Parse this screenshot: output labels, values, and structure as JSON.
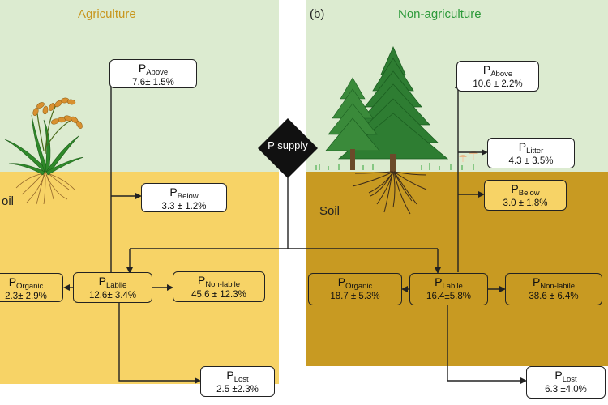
{
  "panel_a": {
    "title": "Agriculture",
    "soil_label": "oil",
    "boxes": {
      "above": {
        "sym": "P",
        "sub": "Above",
        "value": "7.6± 1.5%"
      },
      "below": {
        "sym": "P",
        "sub": "Below",
        "value": "3.3 ± 1.2%"
      },
      "organic": {
        "sym": "P",
        "sub": "Organic",
        "value": "2.3± 2.9%"
      },
      "labile": {
        "sym": "P",
        "sub": "Labile",
        "value": "12.6± 3.4%"
      },
      "nonlabile": {
        "sym": "P",
        "sub": "Non-labile",
        "value": "45.6 ± 12.3%"
      },
      "lost": {
        "sym": "P",
        "sub": "Lost",
        "value": "2.5 ±2.3%"
      }
    }
  },
  "panel_b": {
    "tag": "(b)",
    "title": "Non-agriculture",
    "soil_label": "Soil",
    "boxes": {
      "above": {
        "sym": "P",
        "sub": "Above",
        "value": "10.6 ± 2.2%"
      },
      "litter": {
        "sym": "P",
        "sub": "Litter",
        "value": "4.3 ± 3.5%"
      },
      "below": {
        "sym": "P",
        "sub": "Below",
        "value": "3.0 ± 1.8%"
      },
      "organic": {
        "sym": "P",
        "sub": "Organic",
        "value": "18.7 ± 5.3%"
      },
      "labile": {
        "sym": "P",
        "sub": "Labile",
        "value": "16.4±5.8%"
      },
      "nonlabile": {
        "sym": "P",
        "sub": "Non-labile",
        "value": "38.6 ± 6.4%"
      },
      "lost": {
        "sym": "P",
        "sub": "Lost",
        "value": "6.3 ±4.0%"
      }
    }
  },
  "supply": {
    "label": "P supply"
  },
  "colors": {
    "sky": "#dcebd0",
    "soil_agriculture": "#f7d366",
    "soil_non_agriculture": "#c89a22",
    "title_agriculture": "#c8961e",
    "title_non_agriculture": "#2d9a3a",
    "arrow": "#222222"
  },
  "icons": [
    "rice-plant-icon",
    "conifer-tree-icon",
    "mushroom-icon"
  ]
}
